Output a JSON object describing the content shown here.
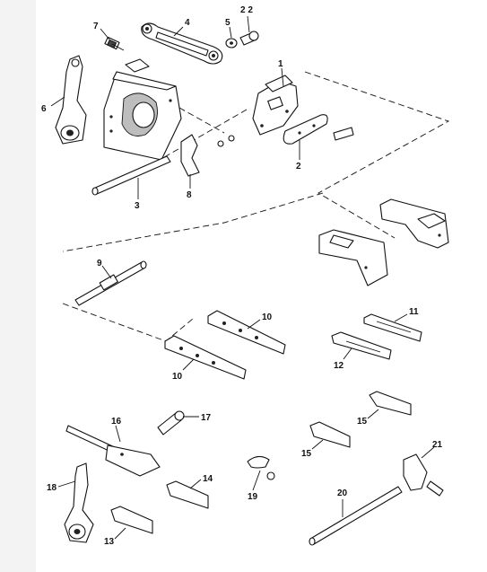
{
  "callouts": {
    "c1": "1",
    "c2": "2",
    "c3": "3",
    "c4": "4",
    "c5": "5",
    "c6": "6",
    "c7": "7",
    "c8": "8",
    "c9": "9",
    "c10a": "10",
    "c10b": "10",
    "c11": "11",
    "c12": "12",
    "c13": "13",
    "c14": "14",
    "c15a": "15",
    "c15b": "15",
    "c16": "16",
    "c17": "17",
    "c18": "18",
    "c19": "19",
    "c20": "20",
    "c21": "21",
    "c22": "2 2"
  }
}
